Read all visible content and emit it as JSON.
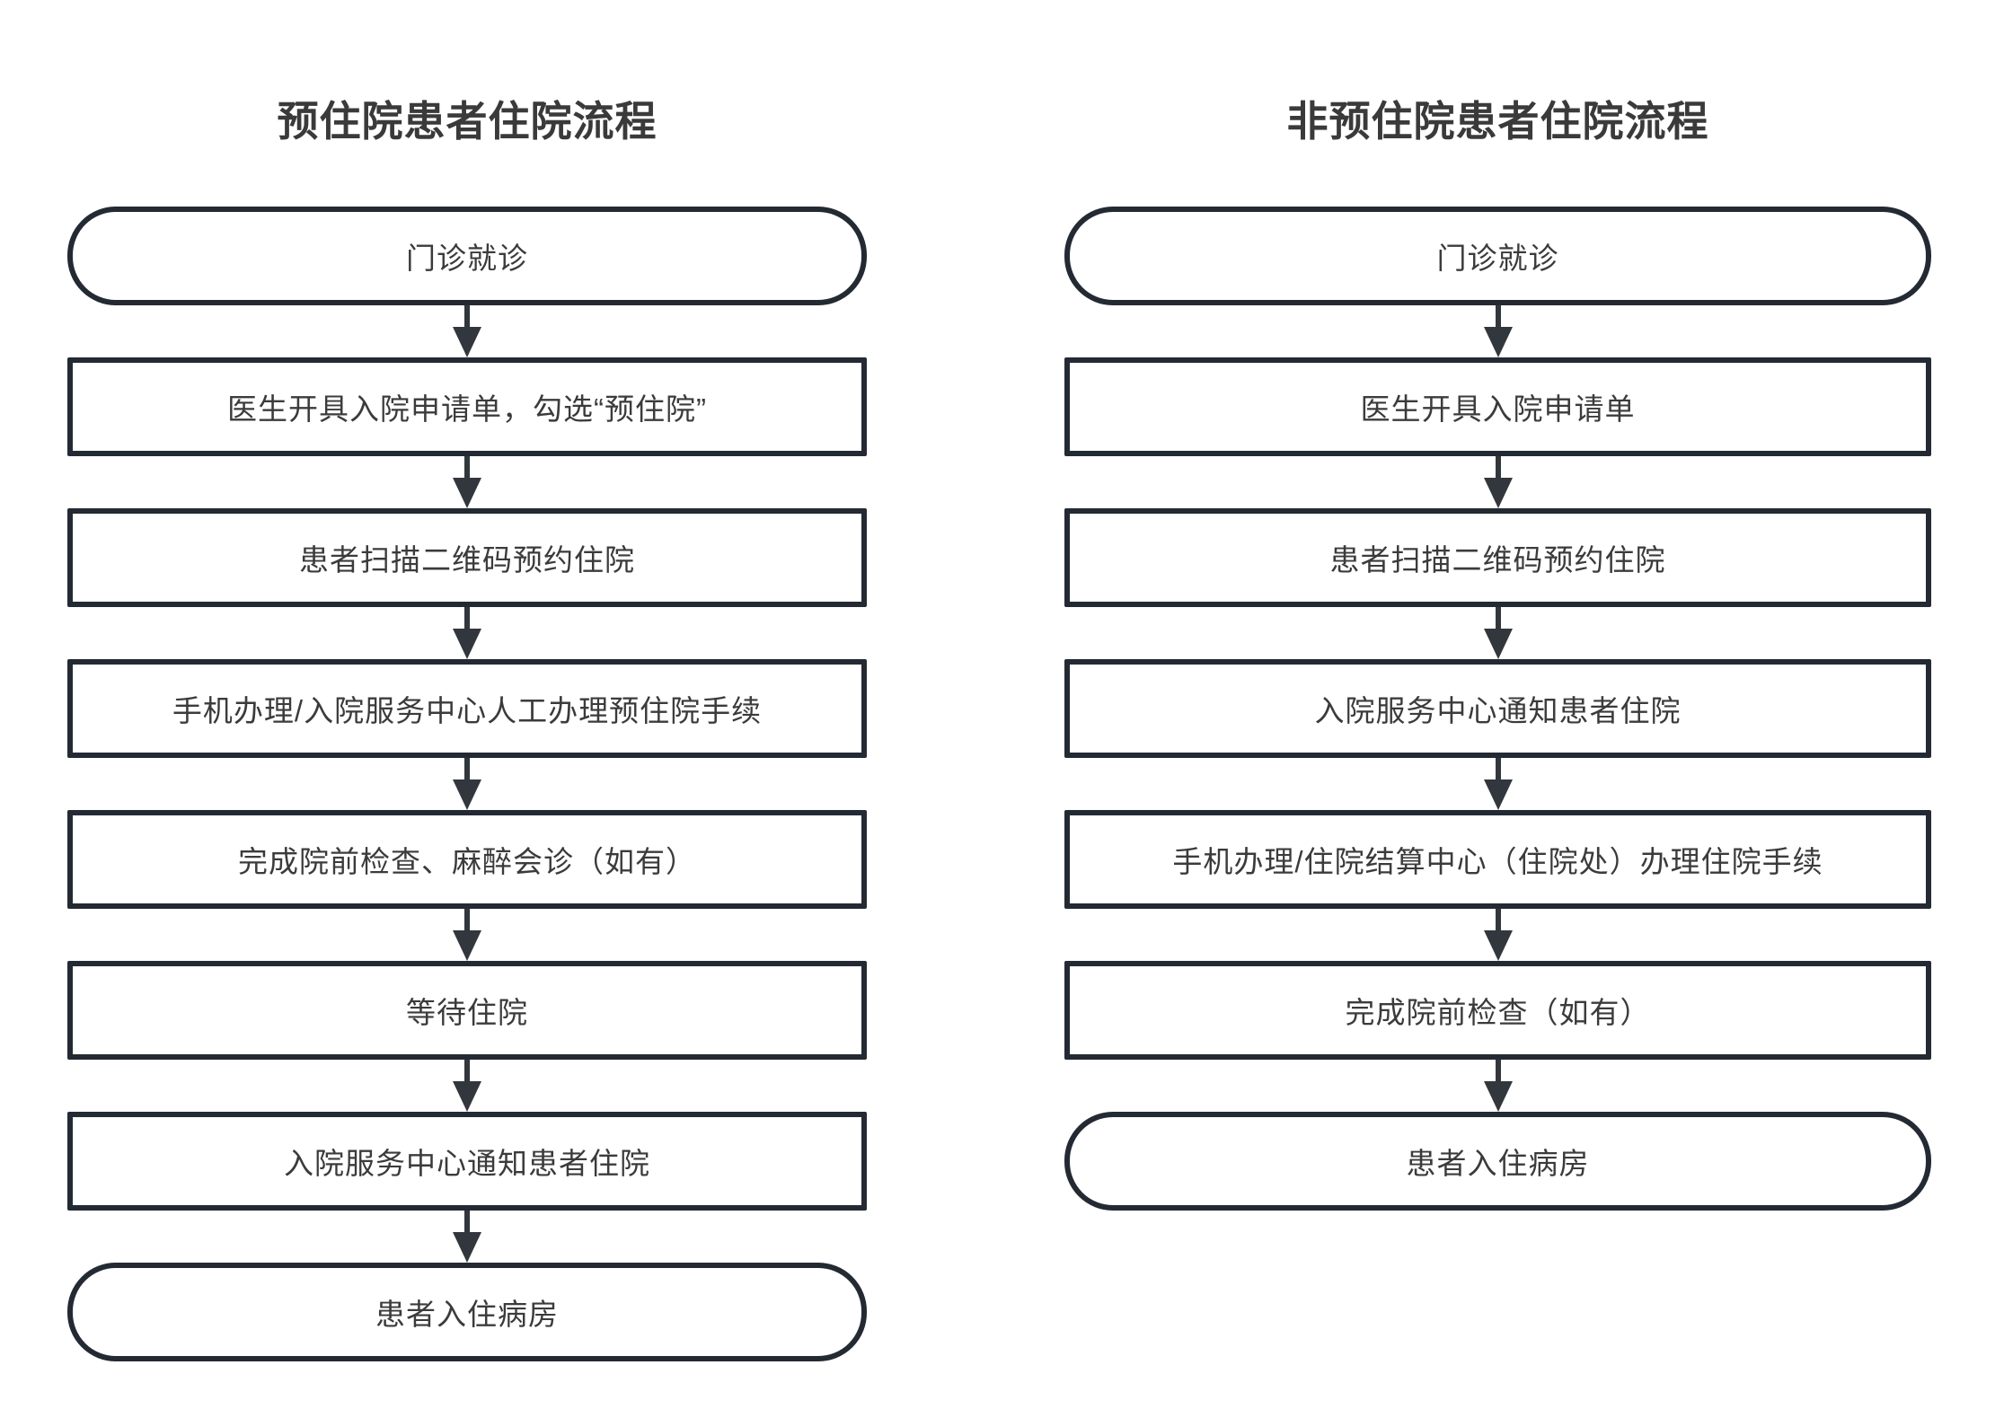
{
  "colors": {
    "background": "#ffffff",
    "box_border": "#242a33",
    "arrow": "#32373d",
    "title_text": "#3a3a3a",
    "box_text": "#3b3b3b"
  },
  "flowcharts": [
    {
      "title": "预住院患者住院流程",
      "steps": [
        {
          "label": "门诊就诊",
          "shape": "terminal"
        },
        {
          "label": "医生开具入院申请单，勾选“预住院”",
          "shape": "process"
        },
        {
          "label": "患者扫描二维码预约住院",
          "shape": "process"
        },
        {
          "label": "手机办理/入院服务中心人工办理预住院手续",
          "shape": "process"
        },
        {
          "label": "完成院前检查、麻醉会诊（如有）",
          "shape": "process"
        },
        {
          "label": "等待住院",
          "shape": "process"
        },
        {
          "label": "入院服务中心通知患者住院",
          "shape": "process"
        },
        {
          "label": "患者入住病房",
          "shape": "terminal"
        }
      ]
    },
    {
      "title": "非预住院患者住院流程",
      "steps": [
        {
          "label": "门诊就诊",
          "shape": "terminal"
        },
        {
          "label": "医生开具入院申请单",
          "shape": "process"
        },
        {
          "label": "患者扫描二维码预约住院",
          "shape": "process"
        },
        {
          "label": "入院服务中心通知患者住院",
          "shape": "process"
        },
        {
          "label": "手机办理/住院结算中心（住院处）办理住院手续",
          "shape": "process"
        },
        {
          "label": "完成院前检查（如有）",
          "shape": "process"
        },
        {
          "label": "患者入住病房",
          "shape": "terminal"
        }
      ]
    }
  ]
}
